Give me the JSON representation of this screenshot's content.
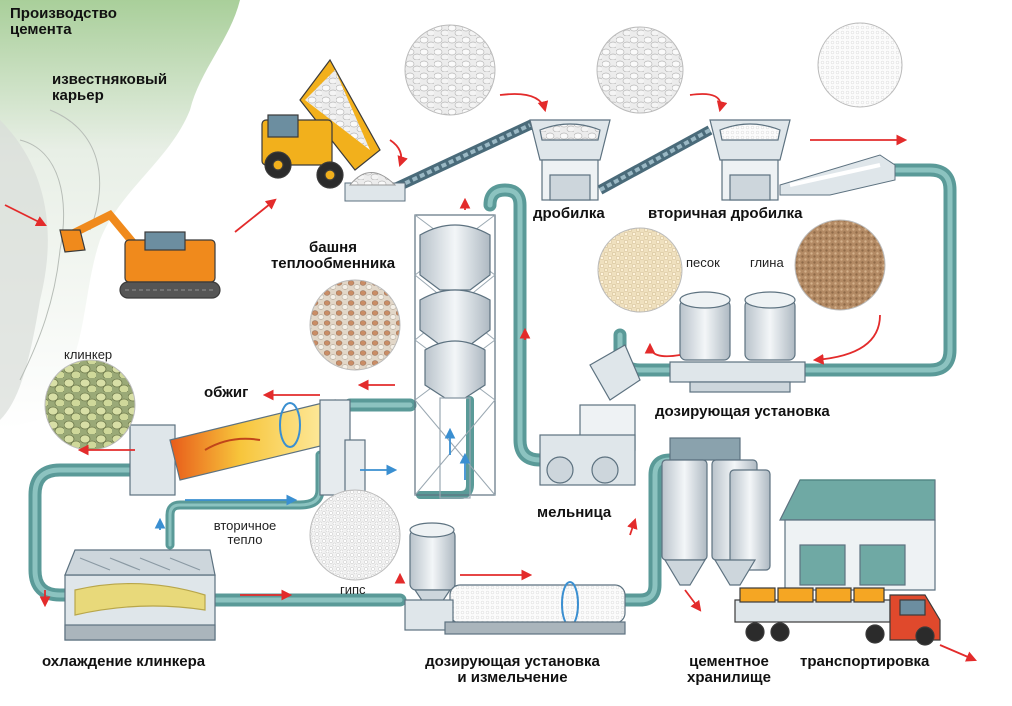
{
  "title": [
    "Производство",
    "цемента"
  ],
  "labels": {
    "quarry": [
      "известняковый",
      "карьер"
    ],
    "crusher": "дробилка",
    "secondary_crusher": "вторичная дробилка",
    "heat_tower": [
      "башня",
      "теплообменника"
    ],
    "sand": "песок",
    "clay": "глина",
    "clinker": "клинкер",
    "firing": "обжиг",
    "dosing": "дозирующая установка",
    "mill": "мельница",
    "secondary_heat": [
      "вторичное",
      "тепло"
    ],
    "gypsum": "гипс",
    "cooling": "охлаждение клинкера",
    "dosing_grinding": [
      "дозирующая установка",
      "и измельчение"
    ],
    "storage": [
      "цементное",
      "хранилище"
    ],
    "transport": "транспортировка"
  },
  "colors": {
    "pipe": "#5a9a98",
    "pipe_light": "#8cc3c0",
    "arrow": "#e32b2b",
    "heat_arrow": "#3a8fd1",
    "machine_yellow": "#f2b01c",
    "machine_orange": "#f08a1c",
    "steel": "#d7dde2",
    "storage_roof": "#6fa9a4",
    "truck_cab": "#e0492c",
    "cargo": "#f5a623"
  }
}
